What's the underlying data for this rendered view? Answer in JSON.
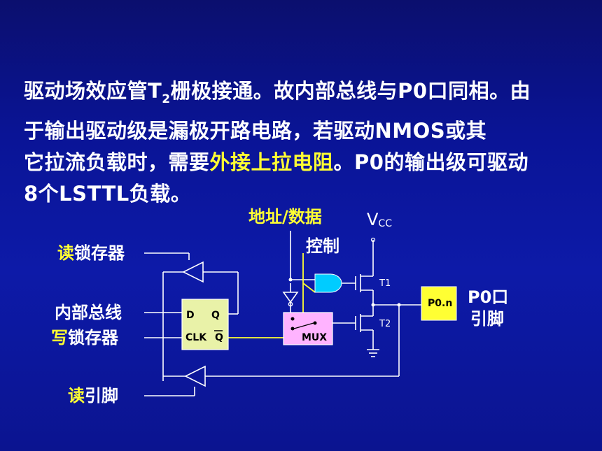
{
  "text": {
    "line1a": "驱动场效应管T",
    "line1sub": "2",
    "line1b": "栅极接通。故内部总线与P0口同相。由",
    "line2": "于输出驱动级是漏极开路电路，若驱动NMOS或其",
    "line3a": "它拉流负载时，需要",
    "line3hl": "外接上拉电阻",
    "line3b": "。P0的输出级可驱动",
    "line4": "8个LSTTL负载。"
  },
  "diagram": {
    "addr_data": "地址/数据",
    "control": "控制",
    "vcc_main": "V",
    "vcc_sub": "CC",
    "read_latch_hl": "读",
    "read_latch_rest": "锁存器",
    "internal_bus": "内部总线",
    "write_latch_hl": "写",
    "write_latch_rest": "锁存器",
    "read_pin_hl": "读",
    "read_pin_rest": "引脚",
    "ff_d": "D",
    "ff_q": "Q",
    "ff_clk": "CLK",
    "ff_qbar": "Q",
    "mux": "MUX",
    "t1": "T1",
    "t2": "T2",
    "pin_box": "P0.n",
    "port_label1": "P0口",
    "port_label2": "引脚"
  },
  "colors": {
    "background": "#0b1490",
    "highlight": "#ffff33",
    "block_fill": "#e9f2a8",
    "mux_fill": "#ffb3ff",
    "and_gate": "#00ccff",
    "pin_fill": "#ffff33"
  }
}
